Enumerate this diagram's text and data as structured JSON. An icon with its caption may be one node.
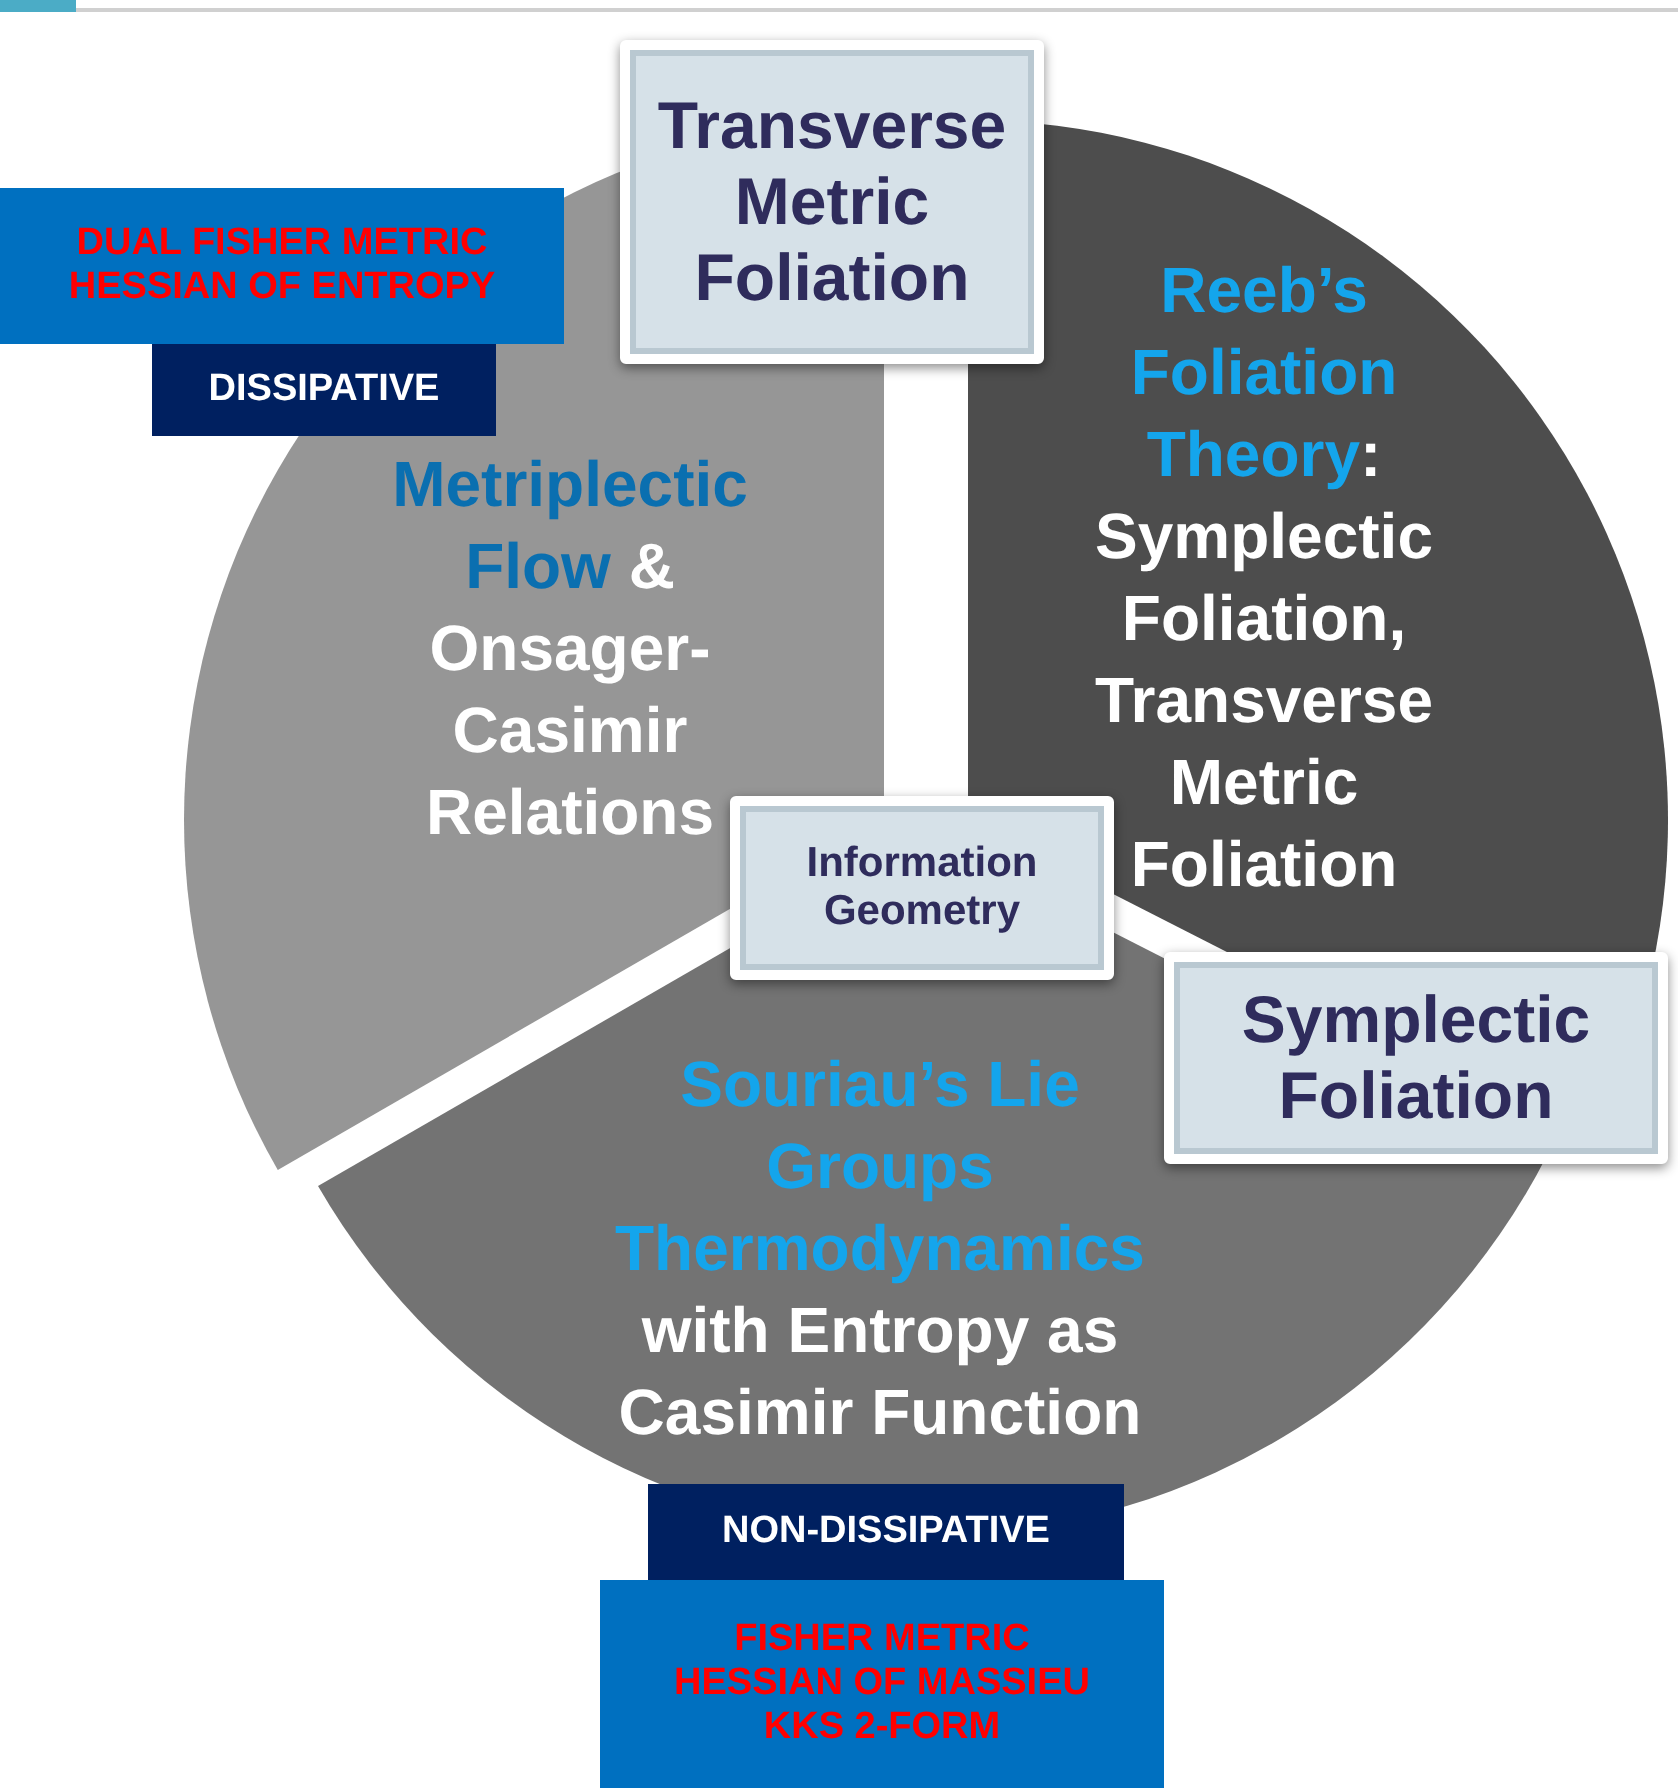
{
  "diagram": {
    "nodes": [
      {
        "text": [
          "Transverse Metric Foliation"
        ]
      },
      {
        "text": [
          "DUAL FISHER METRIC",
          "HESSIAN OF ENTROPY"
        ]
      },
      {
        "text": [
          "DISSIPATIVE"
        ]
      },
      {
        "text": [
          "Metriplectic Flow",
          "& Onsager-Casimir Relations"
        ]
      },
      {
        "text": [
          "Reeb’s Foliation Theory",
          ": Symplectic Foliation, Transverse Metric Foliation"
        ]
      },
      {
        "text": [
          "Information Geometry"
        ]
      },
      {
        "text": [
          "Symplectic Foliation"
        ]
      },
      {
        "text": [
          "Souriau’s Lie Groups Thermodynamics",
          "with Entropy as Casimir Function"
        ]
      },
      {
        "text": [
          "NON-DISSIPATIVE"
        ]
      },
      {
        "text": [
          "FISHER METRIC",
          "HESSIAN OF MASSIEU",
          "KKS 2-FORM"
        ]
      }
    ]
  }
}
